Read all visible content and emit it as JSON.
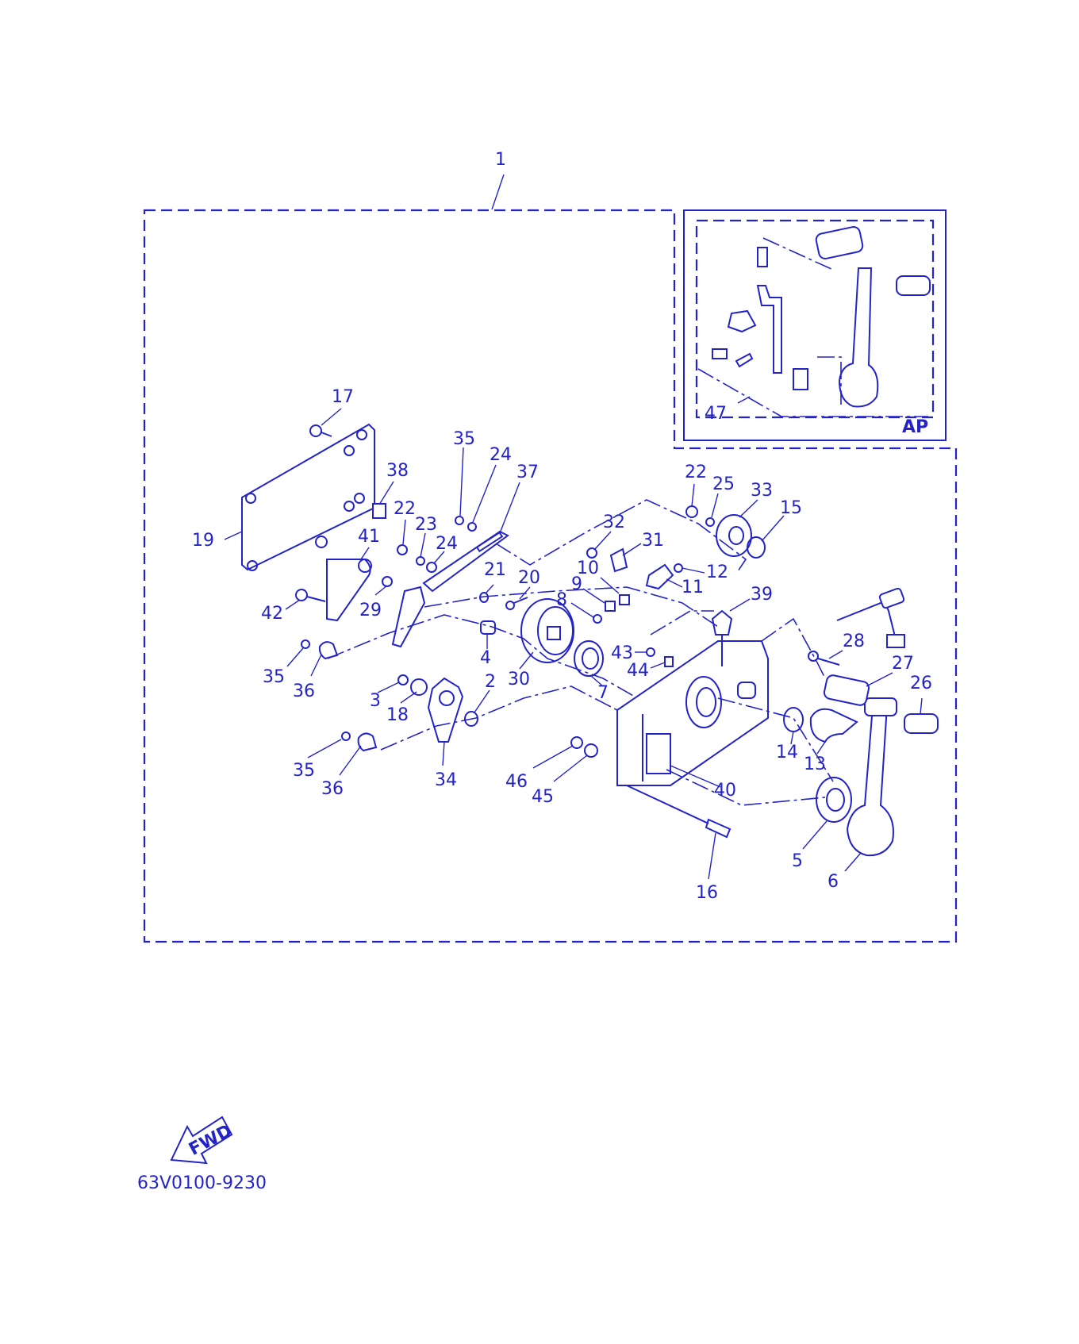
{
  "diagram_code": "63V0100-9230",
  "inset_tag": "AP",
  "fwd_label": "FWD",
  "colors": {
    "ink": "#2323c8",
    "background": "#ffffff"
  },
  "callouts": {
    "c1": "1",
    "c2": "2",
    "c3": "3",
    "c4": "4",
    "c5": "5",
    "c6": "6",
    "c7": "7",
    "c8": "8",
    "c9": "9",
    "c10": "10",
    "c11": "11",
    "c12": "12",
    "c13": "13",
    "c14": "14",
    "c15": "15",
    "c16": "16",
    "c17": "17",
    "c18": "18",
    "c19": "19",
    "c20": "20",
    "c21": "21",
    "c22a": "22",
    "c22b": "22",
    "c23": "23",
    "c24a": "24",
    "c24b": "24",
    "c25": "25",
    "c26": "26",
    "c27": "27",
    "c28": "28",
    "c29": "29",
    "c30": "30",
    "c31": "31",
    "c32": "32",
    "c33": "33",
    "c34": "34",
    "c35a": "35",
    "c35b": "35",
    "c35c": "35",
    "c36a": "36",
    "c36b": "36",
    "c37": "37",
    "c38": "38",
    "c39": "39",
    "c40": "40",
    "c41": "41",
    "c42": "42",
    "c43": "43",
    "c44": "44",
    "c45": "45",
    "c46": "46",
    "c47": "47"
  }
}
